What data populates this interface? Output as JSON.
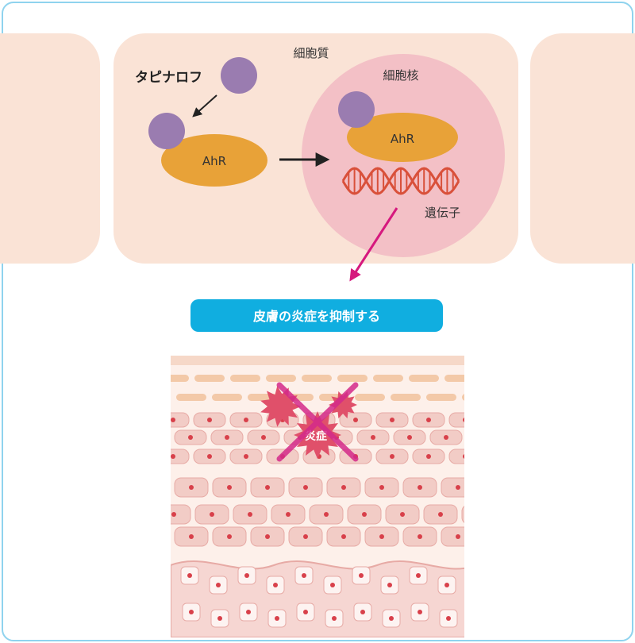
{
  "labels": {
    "cytoplasm": "細胞質",
    "nucleus": "細胞核",
    "ligand": "タピナロフ",
    "receptor": "AhR",
    "receptor_in_nucleus": "AhR",
    "gene": "遺伝子",
    "inflammation": "炎症"
  },
  "result_banner": {
    "text": "皮膚の炎症を抑制する"
  },
  "colors": {
    "frame_border": "#8fd3ee",
    "cell_fill": "#fae3d6",
    "nucleus_fill": "#f3c0c6",
    "receptor_fill": "#e8a238",
    "ligand_fill": "#9a7cb0",
    "dna_color": "#d9503a",
    "arrow_magenta": "#d6197e",
    "banner_fill": "#10aee0",
    "banner_text": "#ffffff",
    "skin_cell": "#f2ccc6",
    "skin_cell_border": "#e7aaa5",
    "skin_nucleus": "#d8404a",
    "inflammation_fill": "#e0506a",
    "cross_color": "#d42a8a"
  }
}
